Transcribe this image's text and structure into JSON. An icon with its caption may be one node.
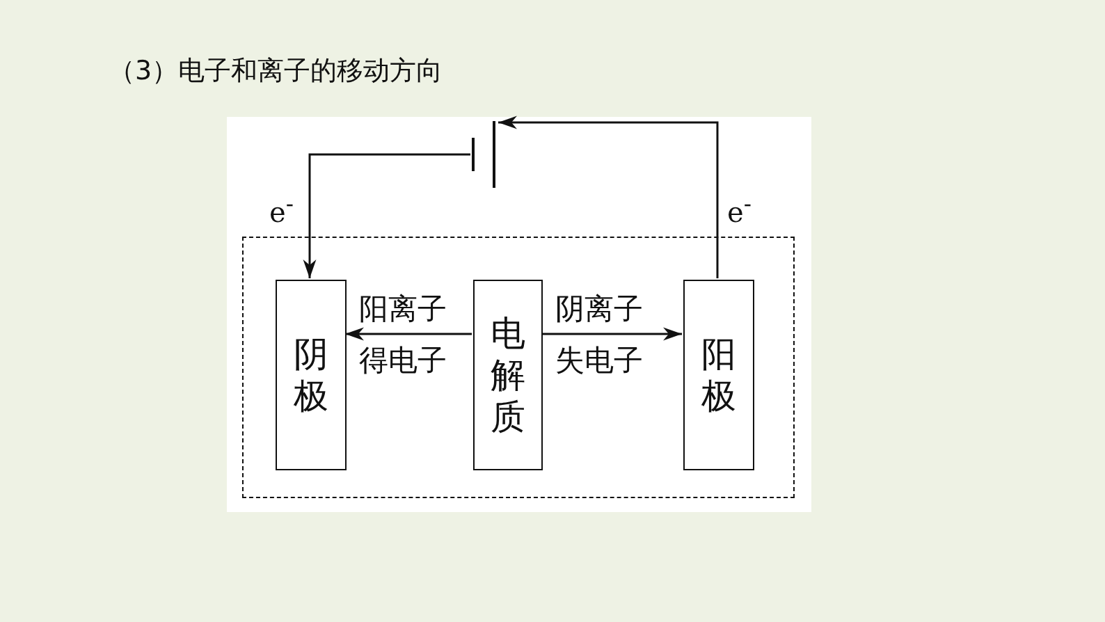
{
  "diagram": {
    "title": "（3）电子和离子的移动方向",
    "nodes": [
      {
        "text": [],
        "shape": "box"
      },
      {
        "text": [
          "阴极"
        ],
        "in": 0
      },
      {
        "text": [
          "电解质"
        ],
        "in": 0
      },
      {
        "text": [
          "阳极"
        ],
        "in": 0
      },
      {
        "text": [],
        "shape": "battery"
      }
    ],
    "edges": [
      {
        "from": 4,
        "to": 1,
        "arrow": "to",
        "label": "e$^{-}$"
      },
      {
        "from": 3,
        "to": 4,
        "arrow": "to",
        "label": "e$^{-}$"
      },
      {
        "from": 2,
        "to": 1,
        "arrow": "to",
        "label": "阳离子得电子"
      },
      {
        "from": 2,
        "to": 3,
        "arrow": "to",
        "label": "阴离子失电子"
      }
    ]
  }
}
